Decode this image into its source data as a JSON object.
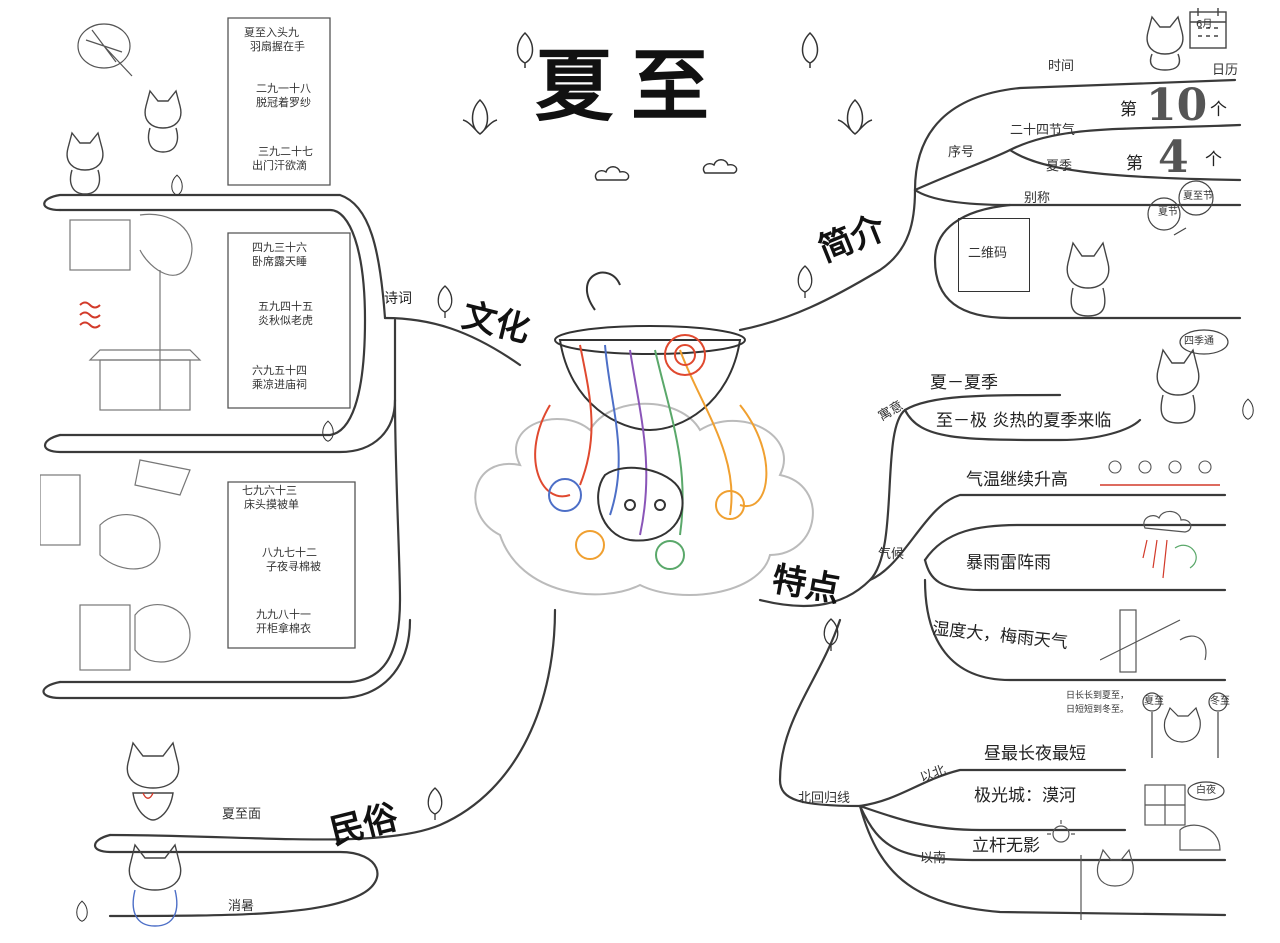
{
  "title": "夏至",
  "branches": {
    "culture": {
      "label": "文化",
      "sub_poetry": "诗词",
      "verses": [
        [
          "夏至入头九",
          "羽扇握在手"
        ],
        [
          "二九一十八",
          "脱冠着罗纱"
        ],
        [
          "三九二十七",
          "出门汗欲滴"
        ],
        [
          "四九三十六",
          "卧席露天睡"
        ],
        [
          "五九四十五",
          "炎秋似老虎"
        ],
        [
          "六九五十四",
          "乘凉进庙祠"
        ],
        [
          "七九六十三",
          "床头摸被单"
        ],
        [
          "八九七十二",
          "子夜寻棉被"
        ],
        [
          "九九八十一",
          "开柜拿棉衣"
        ]
      ]
    },
    "intro": {
      "label": "简介",
      "time": "时间",
      "calendar": "日历",
      "calendar_month": "6月",
      "order": "序号",
      "solar_term": "二十四节气",
      "summer_season": "夏季",
      "di1": "第",
      "ge1": "个",
      "num1": "10",
      "di2": "第",
      "ge2": "个",
      "num2": "4",
      "alias": "别称",
      "alias_a": "夏节",
      "alias_b": "夏至节",
      "qr": "二维码"
    },
    "features": {
      "label": "特点",
      "meaning": "寓意",
      "meaning_1": "夏－夏季",
      "meaning_2": "至－极  炎热的夏季来临",
      "badge": "四季通",
      "climate": "气候",
      "climate_1": "气温继续升高",
      "climate_2": "暴雨雷阵雨",
      "climate_3": "湿度大，梅雨天气",
      "note_line1": "日长长到夏至，",
      "note_line2": "日短短到冬至。",
      "sign_a": "夏至",
      "sign_b": "冬至",
      "tropic": "北回归线",
      "north": "以北",
      "north_1": "昼最长夜最短",
      "north_2": "极光城：漠河",
      "white_night": "白夜",
      "south": "以南",
      "south_1": "立杆无影"
    },
    "customs": {
      "label": "民俗",
      "item_1": "夏至面",
      "item_2": "消暑"
    }
  },
  "colors": {
    "ink": "#1a1a1a",
    "line": "#3a3a3a",
    "heat": "#d23a2a",
    "noodle_red": "#e0492f",
    "noodle_blue": "#4d6fc7",
    "noodle_green": "#5aa86a",
    "noodle_orange": "#f0a030",
    "noodle_purple": "#8a55b8"
  },
  "icons": [
    "lotus-bud-icon",
    "cloud-icon",
    "cat-illustration",
    "noodle-bowl-icon",
    "feather-fan-icon",
    "calendar-icon",
    "sun-icon",
    "rain-cloud-icon",
    "thermometer-icon",
    "pole-icon"
  ]
}
